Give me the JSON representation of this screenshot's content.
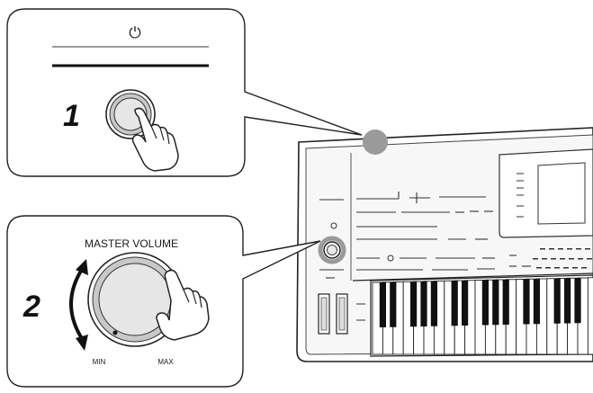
{
  "steps": [
    {
      "number": "1",
      "symbol": "⏻"
    },
    {
      "number": "2",
      "title": "MASTER VOLUME",
      "min_label": "MIN",
      "max_label": "MAX"
    }
  ],
  "colors": {
    "line": "#222222",
    "callout_fill": "#ffffff",
    "button_ring": "#c8c8c8",
    "button_face": "#e6e6e6",
    "highlight_dot": "#9a9a9a",
    "panel_fill": "#f4f4f4"
  },
  "icons": [
    "power-icon",
    "pointing-hand-icon",
    "rotate-arrow-icon"
  ]
}
